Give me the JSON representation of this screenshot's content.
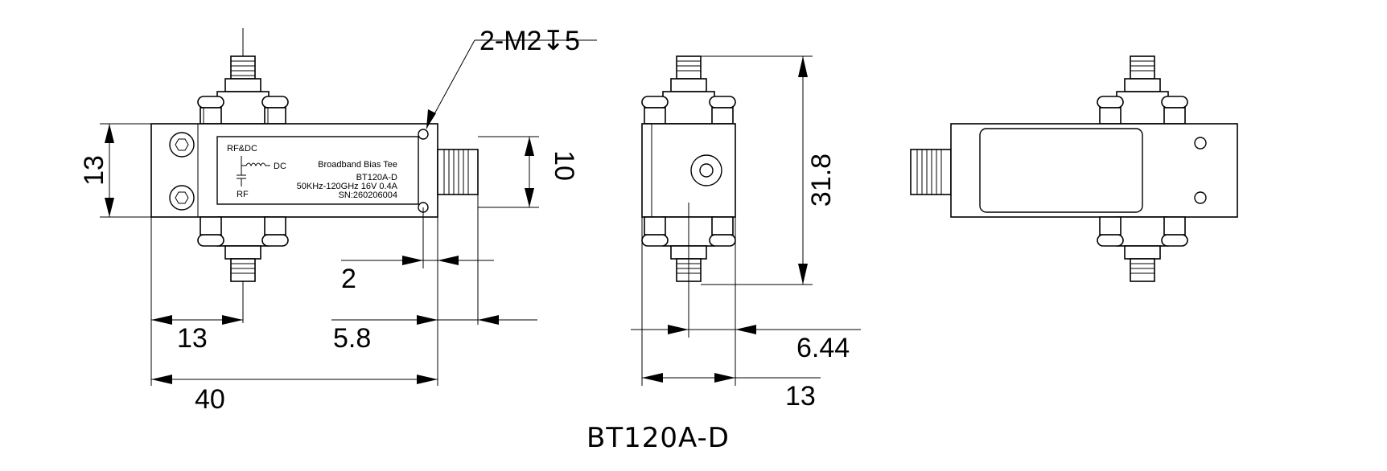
{
  "model": "BT120A-D",
  "callout": "2-M2↧5",
  "label": {
    "port_rfdc": "RF&DC",
    "port_dc": "DC",
    "port_rf": "RF",
    "product": "Broadband Bias Tee",
    "model_line": "BT120A-D",
    "spec": "50KHz-120GHz 16V 0.4A",
    "serial": "SN:260206004"
  },
  "dimensions": {
    "height_left": "13",
    "port_height": "10",
    "hole_offset": "2",
    "center_offset": "13",
    "connector_len": "5.8",
    "body_length": "40",
    "total_height": "31.8",
    "side_offset": "6.44",
    "side_width": "13"
  },
  "colors": {
    "line": "#000000",
    "background": "#ffffff"
  }
}
